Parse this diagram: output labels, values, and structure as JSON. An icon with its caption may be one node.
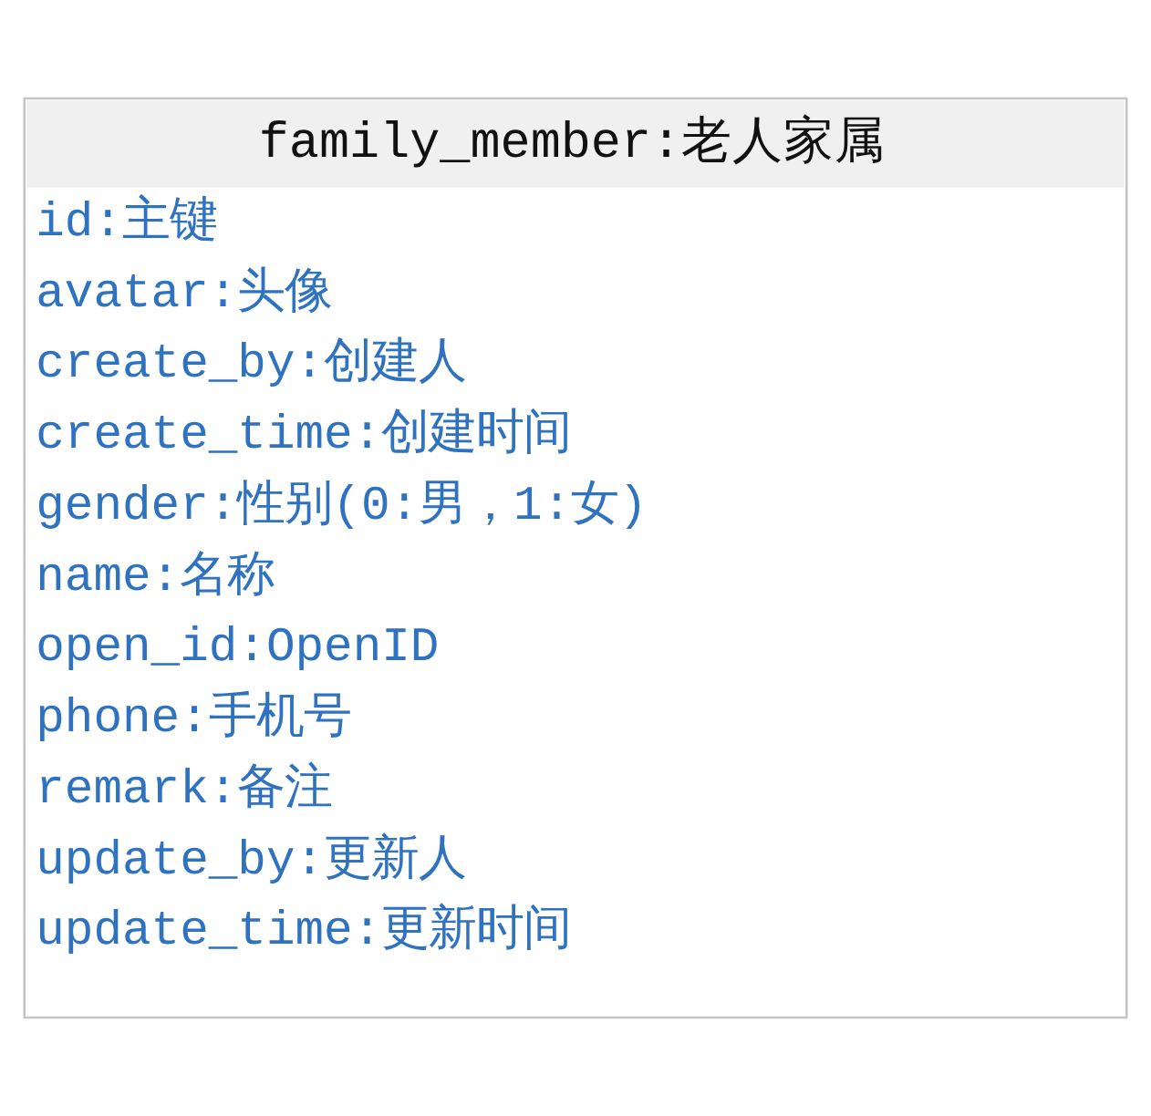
{
  "diagram": {
    "nodes": [
      {
        "text": [
          "family_member:老人家属",
          "id:主键",
          "avatar:头像",
          "create_by:创建人",
          "create_time:创建时间",
          "gender:性别(0:男，1:女)",
          "name:名称",
          "open_id:OpenID",
          "phone:手机号",
          "remark:备注",
          "update_by:更新人",
          "update_time:更新时间"
        ]
      }
    ]
  }
}
